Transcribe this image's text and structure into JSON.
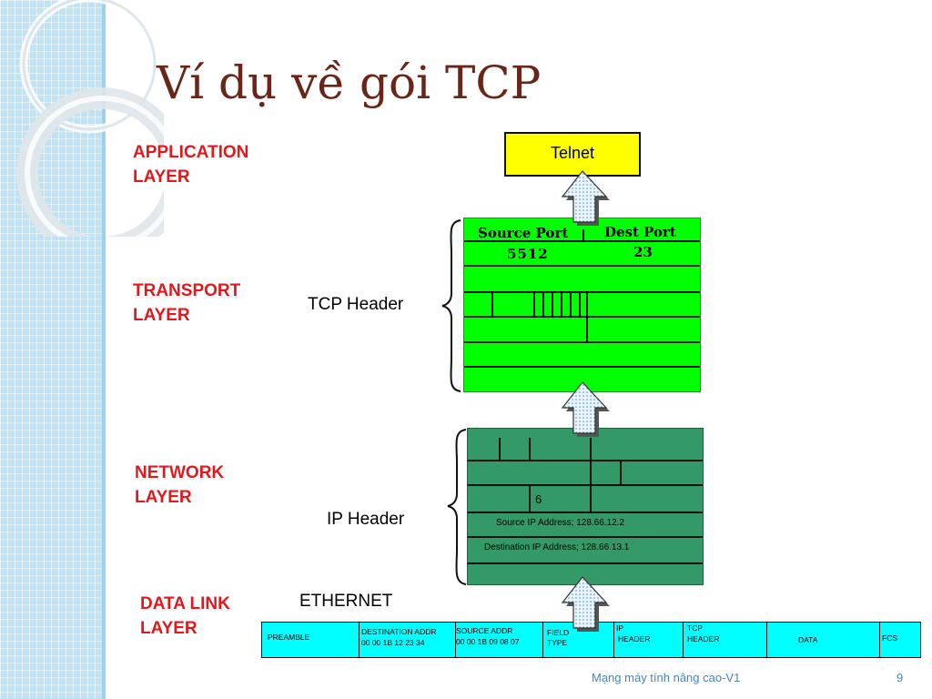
{
  "slide": {
    "title": "Ví dụ về gói TCP",
    "footer_text": "Mạng máy tính nâng cao-V1",
    "page_number": "9"
  },
  "layers": {
    "application": [
      "APPLICATION",
      "LAYER"
    ],
    "transport": [
      "TRANSPORT",
      "LAYER"
    ],
    "network": [
      "NETWORK",
      "LAYER"
    ],
    "data_link": [
      "DATA LINK",
      "LAYER"
    ]
  },
  "application_box": {
    "label": "Telnet"
  },
  "tcp_header": {
    "label": "TCP Header",
    "source_port_label": "Source Port",
    "source_port_value": "5512",
    "dest_port_label": "Dest Port",
    "dest_port_value": "23"
  },
  "ip_header": {
    "label": "IP Header",
    "protocol_value": "6",
    "source_ip": "Source IP Address; 128.66.12.2",
    "destination_ip": "Destination IP Address; 128.66.13.1"
  },
  "ethernet": {
    "label": "ETHERNET",
    "preamble": "PREAMBLE",
    "dest_addr_label": "DESTINATION ADDR",
    "dest_addr_value": "00 00 1B 12 23 34",
    "source_addr_label": "SOURCE ADDR",
    "source_addr_value": "00 00 1B 09 08 07",
    "field_type_1": "FIELD",
    "field_type_2": "TYPE",
    "ip_header_1": "IP",
    "ip_header_2": "HEADER",
    "tcp_header_1": "TCP",
    "tcp_header_2": "HEADER",
    "data": "DATA",
    "fcs": "FCS"
  },
  "colors": {
    "title": "#6b2418",
    "layer_label": "#e1191c",
    "telnet_fill": "#ffff00",
    "tcp_fill": "#00ff00",
    "ip_fill": "#339966",
    "ethernet_fill": "#00ffff",
    "sidebar": "#bde3f5"
  }
}
